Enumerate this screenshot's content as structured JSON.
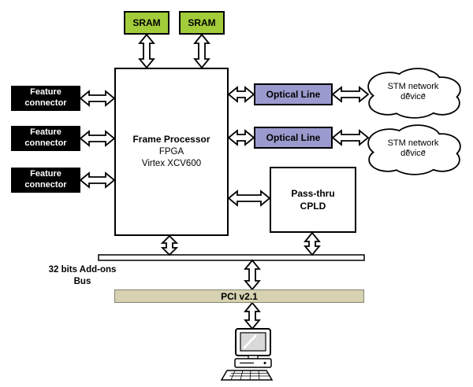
{
  "blocks": {
    "sram": [
      "SRAM",
      "SRAM"
    ],
    "feature_connectors": [
      "Feature connector",
      "Feature connector",
      "Feature connector"
    ],
    "fpga": {
      "title": "Frame Processor",
      "sub1": "FPGA",
      "sub2": "Virtex XCV600"
    },
    "optical_lines": [
      "Optical Line",
      "Optical Line"
    ],
    "clouds": [
      "STM network device",
      "STM network device"
    ],
    "cpld": "Pass-thru CPLD",
    "bus_label": "32 bits Add-ons Bus",
    "pci": "PCI v2.1"
  },
  "colors": {
    "sram_fill": "#a3cc3a",
    "optical_fill": "#9b9ace",
    "pci_fill": "#d6d2b2",
    "connector_fill": "#000000"
  }
}
